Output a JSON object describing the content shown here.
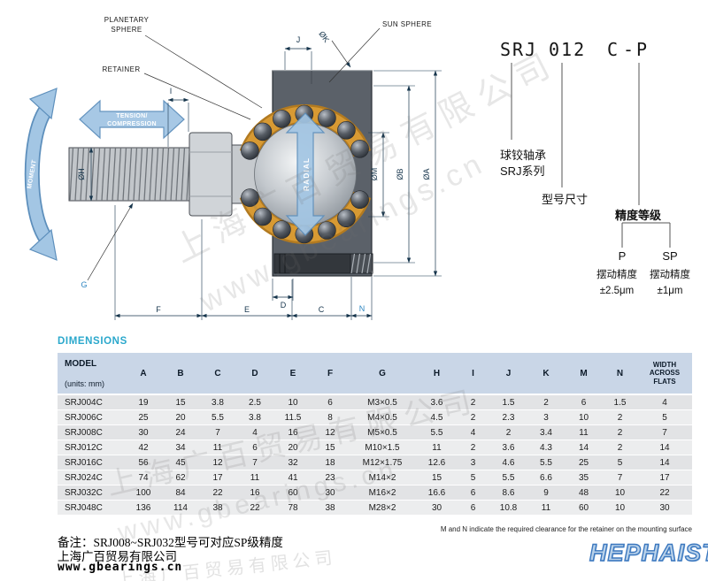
{
  "watermark": {
    "line1": "上海广百贸易有限公司",
    "line2": "www.gbearings.cn"
  },
  "drawing": {
    "labels": {
      "planetary_1": "PLANETARY",
      "planetary_2": "SPHERE",
      "sun_sphere": "SUN SPHERE",
      "retainer": "RETAINER",
      "tension_1": "TENSION/",
      "tension_2": "COMPRESSION",
      "moment": "MOMENT",
      "radial": "RADIAL"
    },
    "dims": {
      "j": "J",
      "k": "ØK",
      "i": "I",
      "h": "ØH",
      "m": "ØM",
      "b": "ØB",
      "a": "ØA",
      "d": "D",
      "g": "G",
      "f": "F",
      "e": "E",
      "c": "C",
      "n": "N"
    }
  },
  "designation": {
    "series": "SRJ",
    "size": "012",
    "type": "C",
    "dash": "-",
    "precision": "P",
    "series_note_1": "球铰轴承",
    "series_note_2": "SRJ系列",
    "size_note": "型号尺寸",
    "precision_note": "精度等级",
    "grade_p": "P",
    "grade_sp": "SP",
    "p_label": "摆动精度",
    "p_value": "±2.5μm",
    "sp_label": "摆动精度",
    "sp_value": "±1μm"
  },
  "table": {
    "title": "DIMENSIONS",
    "units_note": "(units: mm)",
    "headers": [
      "MODEL",
      "A",
      "B",
      "C",
      "D",
      "E",
      "F",
      "G",
      "H",
      "I",
      "J",
      "K",
      "M",
      "N",
      "WIDTH ACROSS FLATS"
    ],
    "rows": [
      [
        "SRJ004C",
        "19",
        "15",
        "3.8",
        "2.5",
        "10",
        "6",
        "M3×0.5",
        "3.6",
        "2",
        "1.5",
        "2",
        "6",
        "1.5",
        "4"
      ],
      [
        "SRJ006C",
        "25",
        "20",
        "5.5",
        "3.8",
        "11.5",
        "8",
        "M4×0.5",
        "4.5",
        "2",
        "2.3",
        "3",
        "10",
        "2",
        "5"
      ],
      [
        "SRJ008C",
        "30",
        "24",
        "7",
        "4",
        "16",
        "12",
        "M5×0.5",
        "5.5",
        "4",
        "2",
        "3.4",
        "11",
        "2",
        "7"
      ],
      [
        "SRJ012C",
        "42",
        "34",
        "11",
        "6",
        "20",
        "15",
        "M10×1.5",
        "11",
        "2",
        "3.6",
        "4.3",
        "14",
        "2",
        "14"
      ],
      [
        "SRJ016C",
        "56",
        "45",
        "12",
        "7",
        "32",
        "18",
        "M12×1.75",
        "12.6",
        "3",
        "4.6",
        "5.5",
        "25",
        "5",
        "14"
      ],
      [
        "SRJ024C",
        "74",
        "62",
        "17",
        "11",
        "41",
        "23",
        "M14×2",
        "15",
        "5",
        "5.5",
        "6.6",
        "35",
        "7",
        "17"
      ],
      [
        "SRJ032C",
        "100",
        "84",
        "22",
        "16",
        "60",
        "30",
        "M16×2",
        "16.6",
        "6",
        "8.6",
        "9",
        "48",
        "10",
        "22"
      ],
      [
        "SRJ048C",
        "136",
        "114",
        "38",
        "22",
        "78",
        "38",
        "M28×2",
        "30",
        "6",
        "10.8",
        "11",
        "60",
        "10",
        "30"
      ]
    ],
    "footnote": "M and N indicate the required clearance for the retainer on the mounting surface"
  },
  "footer": {
    "note": "备注：SRJ008~SRJ032型号可对应SP级精度",
    "company": "上海广百贸易有限公司",
    "website": "www.gbearings.cn",
    "logo": "HEPHAIST"
  }
}
